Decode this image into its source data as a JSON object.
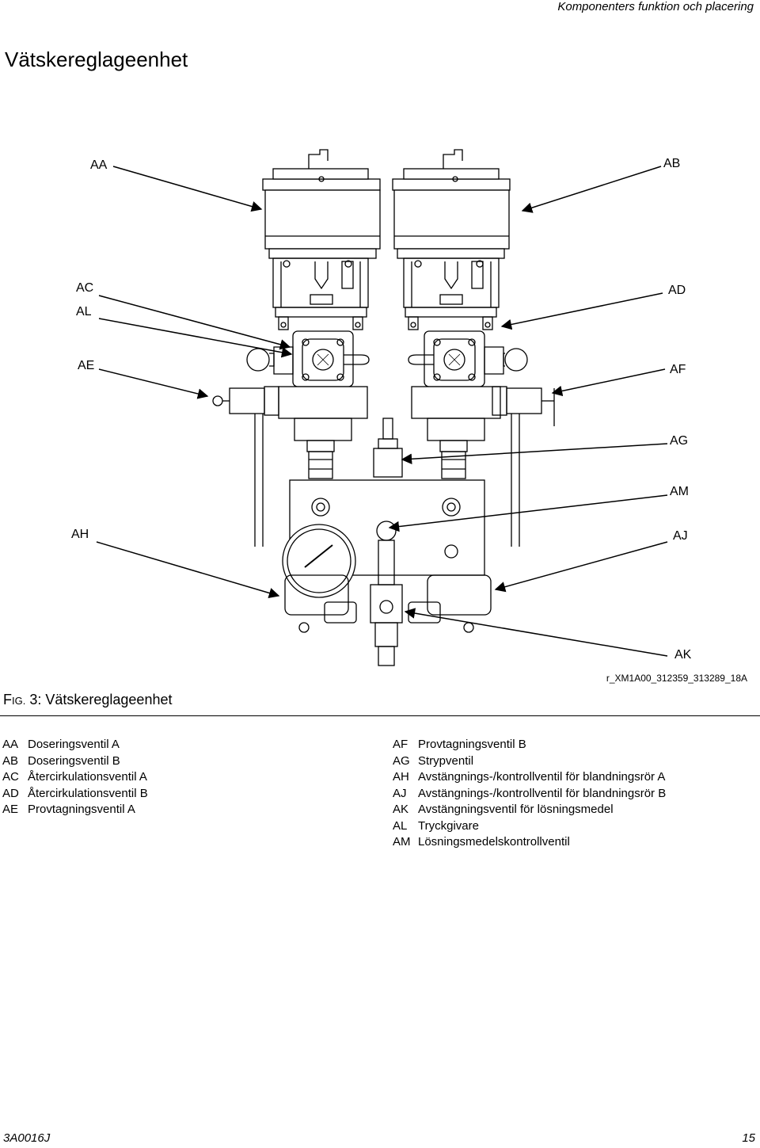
{
  "header": {
    "running_title": "Komponenters funktion och placering"
  },
  "page_title": "Vätskereglageenhet",
  "figure": {
    "callouts": {
      "AA": "AA",
      "AB": "AB",
      "AC": "AC",
      "AL": "AL",
      "AD": "AD",
      "AE": "AE",
      "AF": "AF",
      "AG": "AG",
      "AM": "AM",
      "AH": "AH",
      "AJ": "AJ",
      "AK": "AK"
    },
    "reference": "r_XM1A00_312359_313289_18A",
    "caption_prefix_F": "F",
    "caption_prefix_IG": "IG.",
    "caption_text": " 3: Vätskereglageenhet"
  },
  "legend": {
    "left": [
      {
        "code": "AA",
        "label": "Doseringsventil A"
      },
      {
        "code": "AB",
        "label": "Doseringsventil B"
      },
      {
        "code": "AC",
        "label": "Återcirkulationsventil A"
      },
      {
        "code": "AD",
        "label": "Återcirkulationsventil B"
      },
      {
        "code": "AE",
        "label": "Provtagningsventil A"
      }
    ],
    "right": [
      {
        "code": "AF",
        "label": "Provtagningsventil B"
      },
      {
        "code": "AG",
        "label": "Strypventil"
      },
      {
        "code": "AH",
        "label": "Avstängnings-/kontrollventil för blandningsrör A"
      },
      {
        "code": "AJ",
        "label": "Avstängnings-/kontrollventil för blandningsrör B"
      },
      {
        "code": "AK",
        "label": "Avstängningsventil för lösningsmedel"
      },
      {
        "code": "AL",
        "label": "Tryckgivare"
      },
      {
        "code": "AM",
        "label": "Lösningsmedelskontrollventil"
      }
    ]
  },
  "footer": {
    "doc_number": "3A0016J",
    "page_number": "15"
  }
}
